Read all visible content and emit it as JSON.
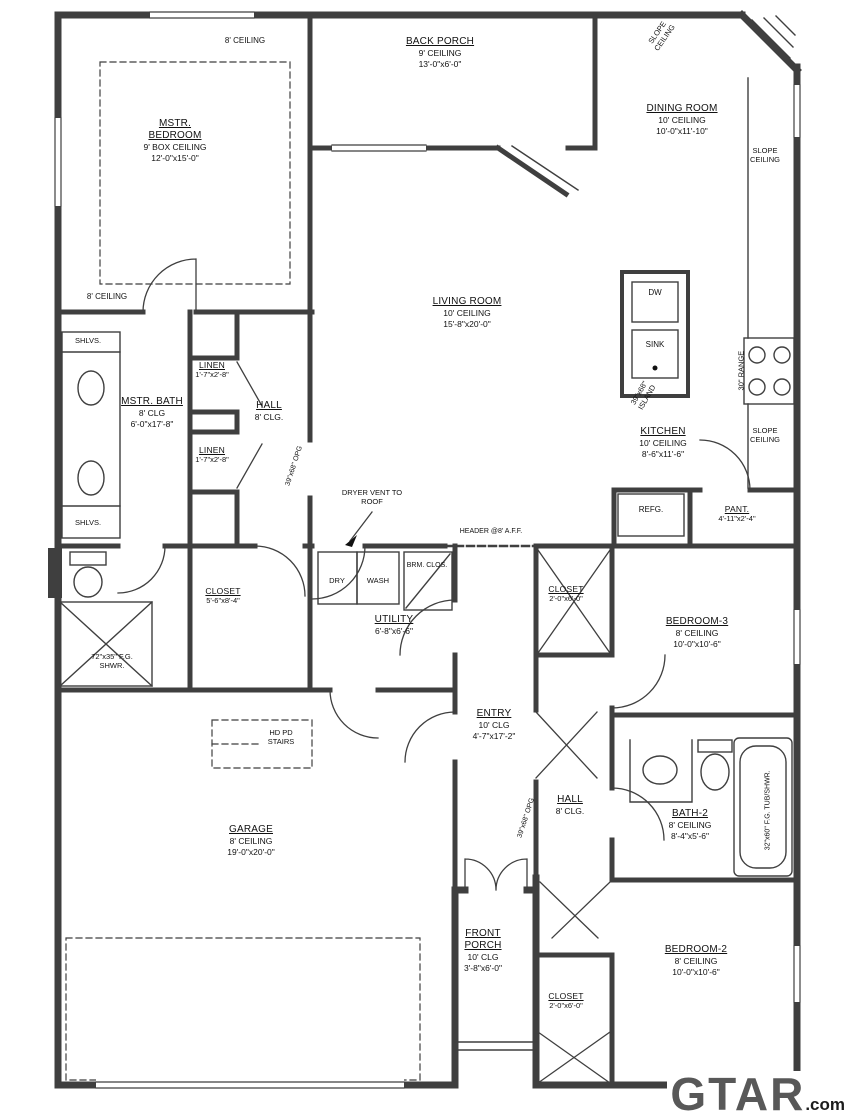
{
  "plan": {
    "rooms": {
      "mstr_bedroom": {
        "name": "MSTR. BEDROOM",
        "ceiling": "9' BOX CEILING",
        "dims": "12'-0\"x15'-0\""
      },
      "back_porch": {
        "name": "BACK PORCH",
        "ceiling": "9' CEILING",
        "dims": "13'-0\"x6'-0\""
      },
      "dining": {
        "name": "DINING ROOM",
        "ceiling": "10' CEILING",
        "dims": "10'-0\"x11'-10\""
      },
      "living": {
        "name": "LIVING ROOM",
        "ceiling": "10' CEILING",
        "dims": "15'-8\"x20'-0\""
      },
      "kitchen": {
        "name": "KITCHEN",
        "ceiling": "10' CEILING",
        "dims": "8'-6\"x11'-6\""
      },
      "pantry": {
        "name": "PANT.",
        "dims": "4'-11\"x2'-4\""
      },
      "mstr_bath": {
        "name": "MSTR. BATH",
        "ceiling": "8' CLG",
        "dims": "6'-0\"x17'-8\""
      },
      "hall1": {
        "name": "HALL",
        "ceiling": "8' CLG."
      },
      "linen1": {
        "name": "LINEN",
        "dims": "1'-7\"x2'-8\""
      },
      "linen2": {
        "name": "LINEN",
        "dims": "1'-7\"x2'-8\""
      },
      "closet_mstr": {
        "name": "CLOSET",
        "dims": "5'-6\"x8'-4\""
      },
      "utility": {
        "name": "UTILITY",
        "dims": "6'-8\"x6'-6\""
      },
      "entry": {
        "name": "ENTRY",
        "ceiling": "10' CLG",
        "dims": "4'-7\"x17'-2\""
      },
      "hall2": {
        "name": "HALL",
        "ceiling": "8' CLG."
      },
      "closet_entry": {
        "name": "CLOSET",
        "dims": "2'-0\"x6'-0\""
      },
      "bedroom3": {
        "name": "BEDROOM-3",
        "ceiling": "8' CEILING",
        "dims": "10'-0\"x10'-6\""
      },
      "bath2": {
        "name": "BATH-2",
        "ceiling": "8' CEILING",
        "dims": "8'-4\"x5'-6\""
      },
      "bedroom2": {
        "name": "BEDROOM-2",
        "ceiling": "8' CEILING",
        "dims": "10'-0\"x10'-6\""
      },
      "closet_bed2": {
        "name": "CLOSET",
        "dims": "2'-0\"x6'-0\""
      },
      "garage": {
        "name": "GARAGE",
        "ceiling": "8' CEILING",
        "dims": "19'-0\"x20'-0\""
      },
      "front_porch": {
        "name": "FRONT PORCH",
        "ceiling": "10' CLG",
        "dims": "3'-8\"x6'-0\""
      }
    },
    "fixtures": {
      "dw": "DW",
      "sink": "SINK",
      "refg": "REFG.",
      "range": "30\" RANGE",
      "island": "39\"x68\" ISLAND",
      "dry": "DRY",
      "wash": "WASH",
      "brm_clos": "BRM. CLOS.",
      "shower": "72\"x35\" F.G. SHWR.",
      "tub": "32\"x60\" F.G. TUB/SHWR.",
      "stairs": "HD PD STAIRS"
    },
    "notes": {
      "ceiling8_bedroom": "8' CEILING",
      "ceiling8_bath": "8' CEILING",
      "slope1": "SLOPE CEILING",
      "slope2": "SLOPE CEILING",
      "slope3": "SLOPE CEILING",
      "dryer_vent": "DRYER VENT TO ROOF",
      "header": "HEADER @8' A.F.F.",
      "opg1": "39\"x68\" OPG",
      "opg2": "39\"x68\" OPG",
      "shlvs1": "SHLVS.",
      "shlvs2": "SHLVS."
    },
    "watermark": {
      "brand": "GTAR",
      "suffix": ".com"
    }
  }
}
